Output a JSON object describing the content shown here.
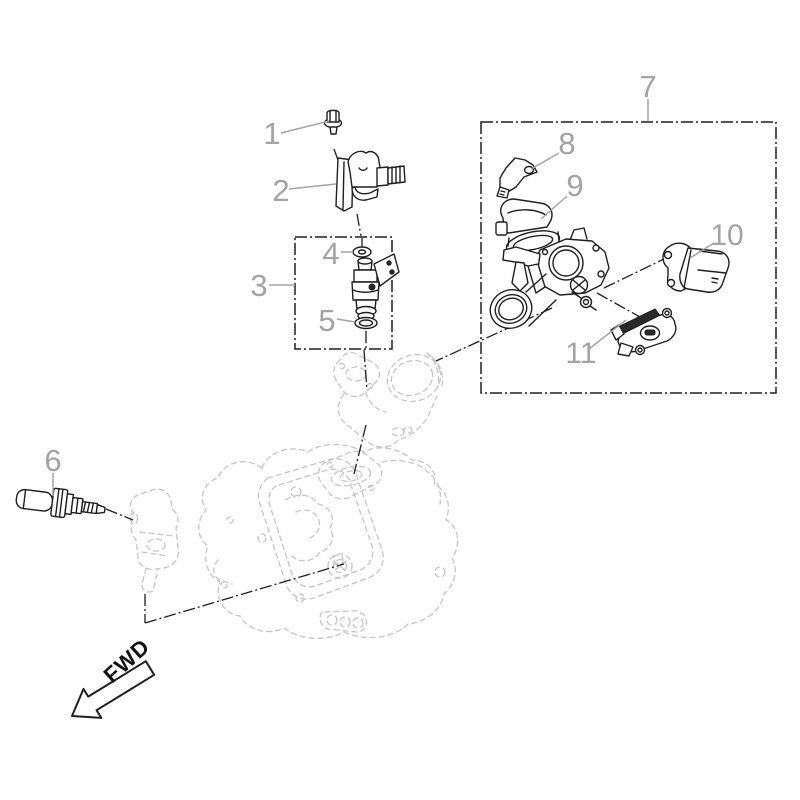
{
  "colors": {
    "line": "#1f1f1f",
    "callout": "#a3a3a3",
    "ghost": "#c5c5c5",
    "bg": "#ffffff"
  },
  "callouts": {
    "c1": "1",
    "c2": "2",
    "c3": "3",
    "c4": "4",
    "c5": "5",
    "c6": "6",
    "c7": "7",
    "c8": "8",
    "c9": "9",
    "c10": "10",
    "c11": "11"
  },
  "fwd_label": "FWD"
}
